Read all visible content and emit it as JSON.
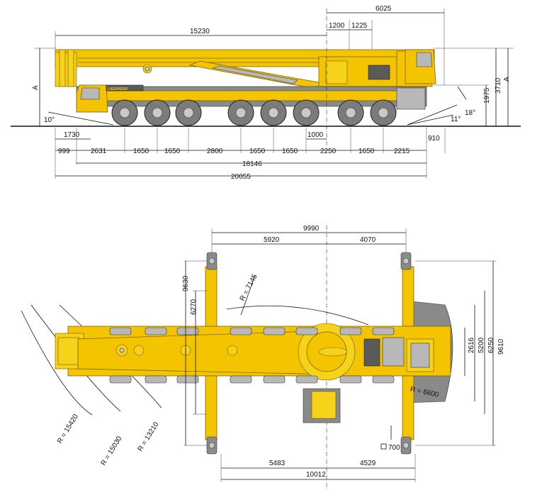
{
  "side_view": {
    "top_dims": {
      "d6025": "6025",
      "d15230": "15230",
      "d1200": "1200",
      "d1225": "1225"
    },
    "height_dims": {
      "a_left": "A",
      "a_right": "A",
      "d1975": "1975",
      "d3710": "3710"
    },
    "angles": {
      "front_left": "10°",
      "rear_18": "18°",
      "rear_11": "11°"
    },
    "row1": {
      "d1730": "1730",
      "d1000": "1000"
    },
    "row2": [
      "999",
      "2631",
      "1650",
      "1650",
      "2800",
      "1650",
      "1650",
      "2250",
      "1650",
      "2215",
      "910"
    ],
    "overall": {
      "d18146": "18146",
      "d20055": "20055"
    },
    "brand": "LIEBHERR"
  },
  "top_view": {
    "dims_top": {
      "d9990": "9990",
      "d5920": "5920",
      "d4070": "4070"
    },
    "dims_bottom": {
      "d5483": "5483",
      "d4529": "4529",
      "d10012": "10012"
    },
    "dims_left": {
      "d9630": "9630",
      "d6270": "6270"
    },
    "dims_right": {
      "d2616": "2616",
      "d5200": "5200",
      "d6250": "6250",
      "d9610": "9610"
    },
    "radii": {
      "r7145": "R = 7145",
      "r6600": "R = 6600",
      "r15420": "R = 15420",
      "r15030": "R = 15030",
      "r13210": "R = 13210"
    },
    "pad": "700"
  },
  "colors": {
    "crane_yellow": "#f5c400",
    "counterweight_grey": "#8a8a8a",
    "line": "#111111"
  }
}
